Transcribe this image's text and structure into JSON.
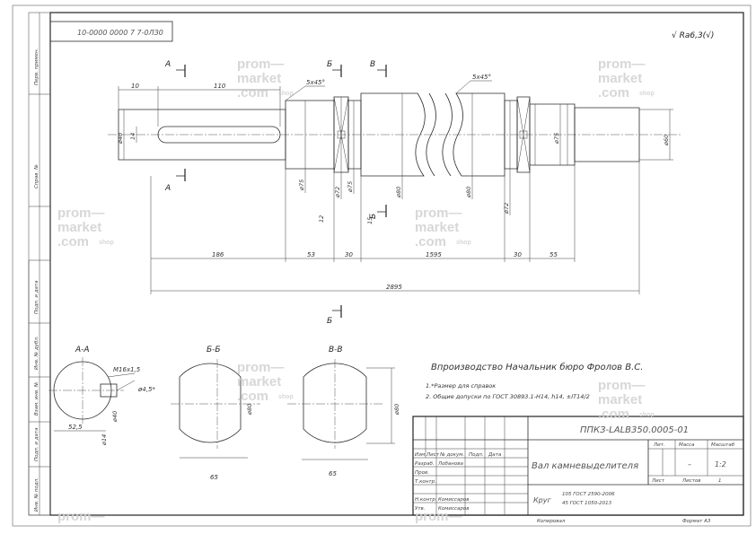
{
  "sheet": {
    "format": "Формат А3",
    "copied": "Копировал",
    "rotated_code": "10-0000 0000 7 7-0ЛЗ0",
    "roughness": "√ Ra6,3(√)"
  },
  "left_strip": {
    "cells": [
      "Перв. примен.",
      "Справ. №",
      "Подп. и дата",
      "Инв. № дубл.",
      "Взам. инв. №",
      "Подп. и дата",
      "Инв. № подл."
    ]
  },
  "views": {
    "cut_a_top": "A",
    "cut_a_bottom": "A",
    "cut_b": "Б",
    "cut_v": "В",
    "cut_b_bottom": "Б",
    "cut_b_mid": "Б",
    "section_aa": "А-А",
    "section_bb": "Б-Б",
    "section_vv": "В-В"
  },
  "dims": {
    "d_left_10": "10",
    "d_key_110": "110",
    "d_chamfer_1": "5х45°",
    "d_chamfer_2": "5х45°",
    "d_dia_40": "ø40",
    "d_key_14": "14",
    "d_dia_75": "ø75",
    "d_dia_72": "ø72",
    "d_dia_75b": "ø75",
    "d_dia_80": "ø80",
    "d_dia_80b": "ø80",
    "d_dia_72b": "ø72",
    "d_dia_75c": "ø75",
    "d_dia_60": "ø60",
    "d_12": "12",
    "d_15": "15",
    "d_len_186": "186",
    "d_len_53": "53",
    "d_len_30": "30",
    "d_len_1595": "1595",
    "d_len_30b": "30",
    "d_len_55": "55",
    "d_total": "2895",
    "aa_groove": "М16х1,5",
    "aa_depth": "ø4,5*",
    "aa_dia": "ø40",
    "aa_width": "ø14",
    "aa_size": "52,5",
    "bb_dia": "ø80",
    "bb_width": "65",
    "vv_dia": "ø80",
    "vv_width": "65"
  },
  "notes": {
    "handwritten": "Впроизводство  Начальник бюро  Фролов В.С.",
    "n1": "1.*Размер для справок",
    "n2": "2. Общие допуски по ГОСТ 30893.1-Н14, h14, ±IT14/2"
  },
  "title_block": {
    "code": "ППКЗ-LALB350.0005-01",
    "name": "Вал камневыделителя",
    "material_1": "105 ГОСТ 2590-2006",
    "material_2": "45 ГОСТ 1050-2013",
    "material_prefix": "Круг",
    "col_lit": "Лит.",
    "col_mass": "Масса",
    "col_scale": "Масштаб",
    "scale": "1:2",
    "sheet_label": "Лист",
    "sheets_label": "Листов",
    "sheets_val": "1",
    "mass_val": "–",
    "rows": {
      "izm": "Изм.",
      "list": "Лист",
      "doc": "№ докум.",
      "sign": "Подп.",
      "date": "Дата",
      "razrab": "Разраб.",
      "razrab_name": "Лобанова",
      "prov": "Пров.",
      "tkontr": "Т.контр.",
      "nkontr": "Н.контр.",
      "nkontr_name": "Комиссаров",
      "utv": "Утв.",
      "utv_name": "Комиссаров"
    }
  },
  "watermark": {
    "line1": "prom—",
    "line2": "market",
    "line3": ".com",
    "shop": "shop"
  }
}
